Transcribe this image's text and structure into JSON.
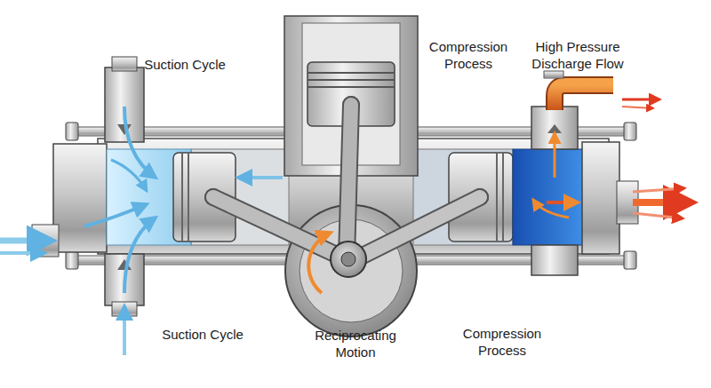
{
  "diagram": {
    "labels": [
      "Suction Cycle",
      "Compression Process",
      "High Pressure Discharge Flow",
      "Suction Cycle",
      "Reciprocating Motion",
      "Compression Process"
    ]
  }
}
